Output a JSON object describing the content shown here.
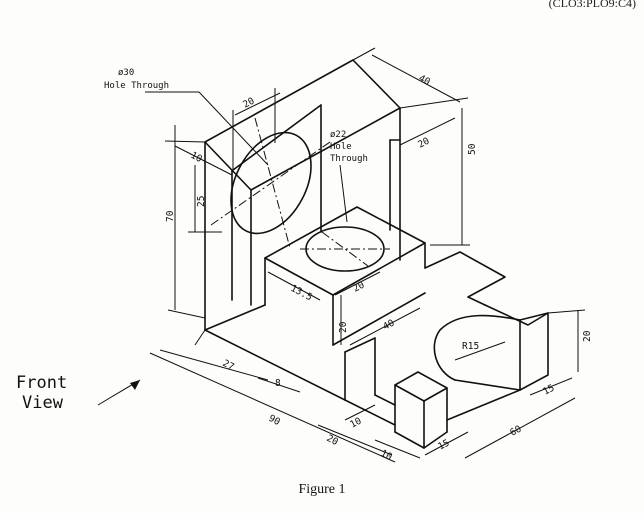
{
  "header": {
    "code": "(CLO3:PLO9:C4)"
  },
  "figure": {
    "caption": "Figure 1"
  },
  "notes": {
    "hole30_a": "ø30",
    "hole30_b": "Hole Through",
    "hole22_a": "ø22",
    "hole22_b": "Hole",
    "hole22_c": "Through",
    "front_a": "Front",
    "front_b": "View"
  },
  "dims": {
    "d40_top": "40",
    "d20_top": "20",
    "d50": "50",
    "d20_right_upper": "20",
    "d10_left": "10",
    "d25": "25",
    "d70": "70",
    "d20_block": "20",
    "d13_5": "13.5",
    "d20_vert": "20",
    "d40_mid": "40",
    "r15": "R15",
    "d20_right": "20",
    "d15_right": "15",
    "d27": "27",
    "d8": "8",
    "d90": "90",
    "d10_slot": "10",
    "d20_slot": "20",
    "d10_bottom": "10",
    "d15_bottom": "15",
    "d60": "60"
  }
}
